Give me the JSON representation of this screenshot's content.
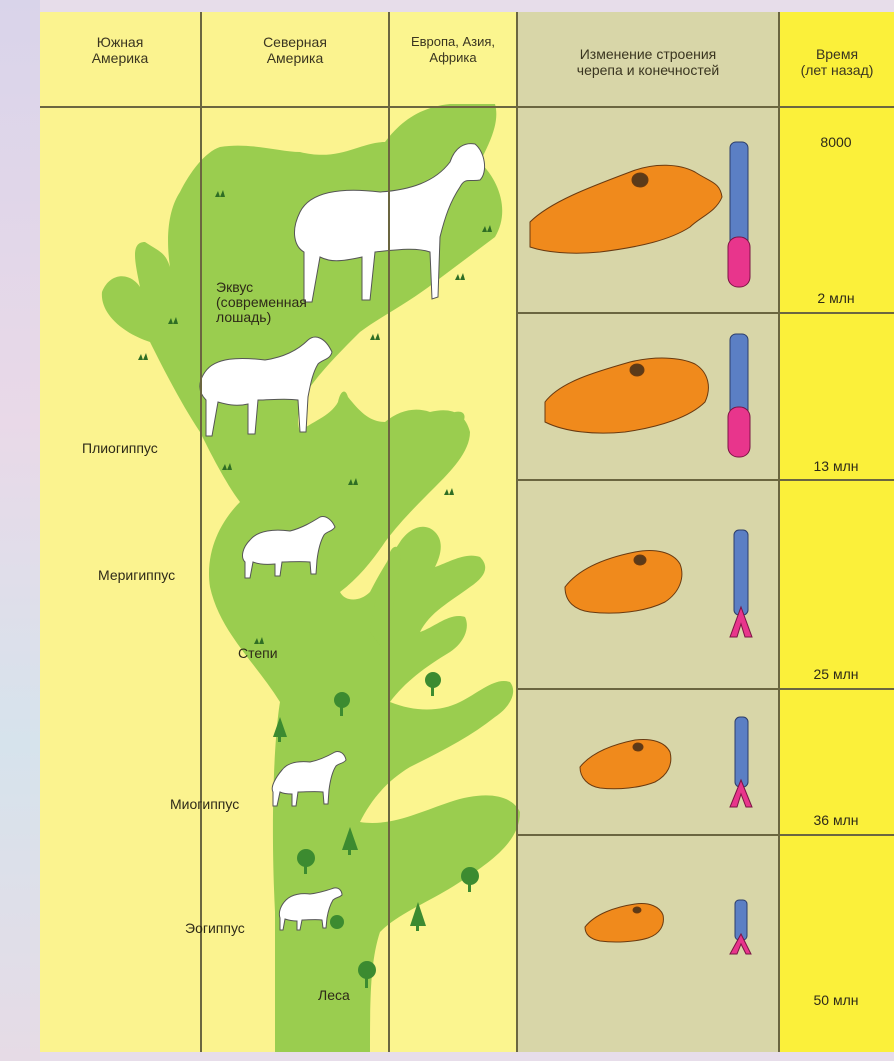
{
  "headers": {
    "south_america": [
      "Южная",
      "Америка"
    ],
    "north_america": [
      "Северная",
      "Америка"
    ],
    "eurasia_africa": [
      "Европа, Азия,",
      "Африка"
    ],
    "skull_limbs": [
      "Изменение строения",
      "черепа и конечностей"
    ],
    "time": [
      "Время",
      "(лет назад)"
    ]
  },
  "time_marks": [
    "8000",
    "2 млн",
    "13 млн",
    "25 млн",
    "36 млн",
    "50 млн"
  ],
  "species": {
    "equus": [
      "Эквус",
      "(современная",
      "лошадь)"
    ],
    "pliohippus": "Плиогиппус",
    "merychippus": "Меригиппус",
    "miohippus": "Миогиппус",
    "eohippus": "Эогиппус"
  },
  "habitats": {
    "steppe": "Степи",
    "forest": "Леса"
  },
  "colors": {
    "tree_green": "#9acd4f",
    "skull_orange": "#f08a1c",
    "bone_blue": "#5b7fc4",
    "hoof_pink": "#e8358c",
    "header_time_bg": "#fbf03a",
    "panel_bg": "#d8d6a8"
  }
}
